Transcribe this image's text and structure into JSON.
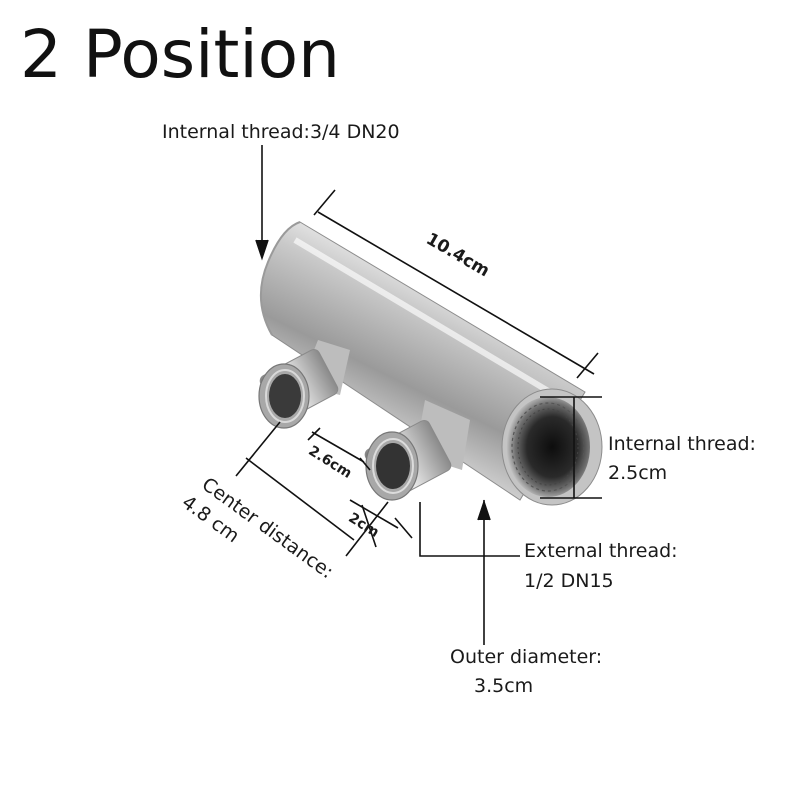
{
  "title": "2 Position",
  "labels": {
    "internal_thread_top": "Internal thread:3/4 DN20",
    "length": "10.4cm",
    "internal_thread_side_label": "Internal thread:",
    "internal_thread_side_value": "2.5cm",
    "external_thread_label": "External thread:",
    "external_thread_value": "1/2  DN15",
    "outer_diameter_label": "Outer diameter:",
    "outer_diameter_value": "3.5cm",
    "outlet_gap": "2.6cm",
    "outlet_pipe": "2cm",
    "center_distance_label": "Center distance:",
    "center_distance_value": "4.8 cm"
  },
  "colors": {
    "metal_light": "#f2f2f2",
    "metal_mid": "#b9b9b9",
    "metal_dark": "#6e6e6e",
    "line": "#111111"
  }
}
